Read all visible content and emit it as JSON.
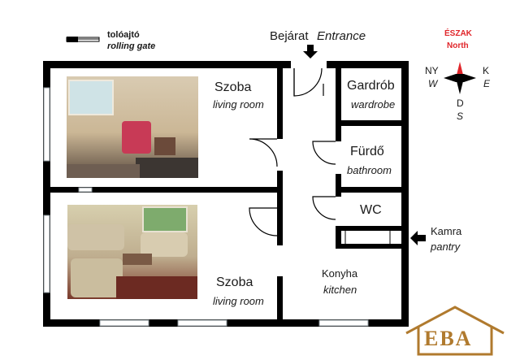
{
  "legend": {
    "hu": "tolóajtó",
    "en": "rolling gate"
  },
  "entrance": {
    "hu": "Bejárat",
    "en": "Entrance"
  },
  "compass": {
    "north_hu": "ÉSZAK",
    "north_en": "North",
    "ny": "NY",
    "w": "W",
    "k": "K",
    "e": "E",
    "d": "D",
    "s": "S",
    "north_color": "#e0262b"
  },
  "rooms": {
    "living1": {
      "hu": "Szoba",
      "en": "living room"
    },
    "wardrobe": {
      "hu": "Gardrób",
      "en": "wardrobe"
    },
    "bathroom": {
      "hu": "Fürdő",
      "en": "bathroom"
    },
    "wc": {
      "hu": "WC"
    },
    "pantry": {
      "hu": "Kamra",
      "en": "pantry"
    },
    "kitchen": {
      "hu": "Konyha",
      "en": "kitchen"
    },
    "living2": {
      "hu": "Szoba",
      "en": "living room"
    }
  },
  "logo": {
    "text": "EBA",
    "color": "#b07a2e"
  },
  "colors": {
    "wall": "#000000",
    "window": "#9aa3a8"
  }
}
